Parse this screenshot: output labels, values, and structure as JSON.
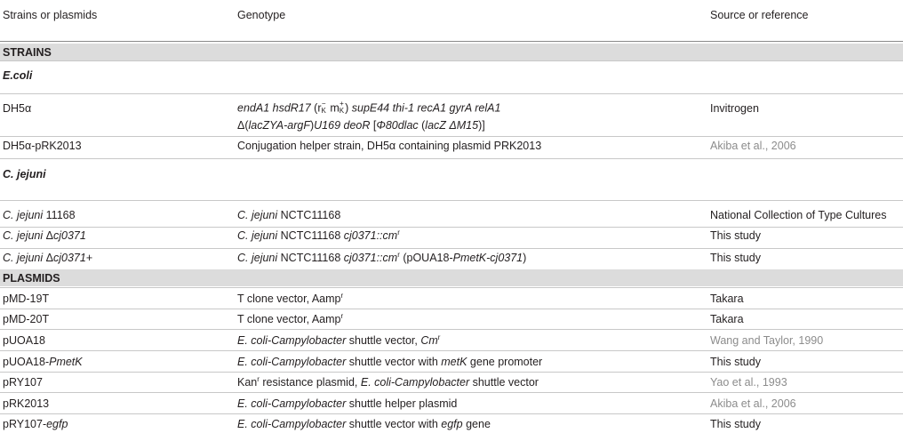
{
  "headers": {
    "col1": "Strains or plasmids",
    "col2": "Genotype",
    "col3": "Source or reference"
  },
  "sections": {
    "strains": "STRAINS",
    "plasmids": "PLASMIDS"
  },
  "groups": {
    "ecoli": "E.coli",
    "cjejuni": "C. jejuni"
  },
  "rows": {
    "dh5a": {
      "name": "DH5α",
      "g_a": "endA1 hsdR17",
      "g_b": " (r",
      "g_rsub": "K",
      "g_rsup": "−",
      "g_c": " m",
      "g_msub": "K",
      "g_msup": "+",
      "g_d": ")",
      "g_e": " supE44 thi-1 recA1 gyrA relA1",
      "g2_a": "Δ(",
      "g2_b": "lacZYA-argF",
      "g2_c": ")",
      "g2_d": "U169 deoR",
      "g2_e": " [",
      "g2_f": "Φ80dlac",
      "g2_g": " (",
      "g2_h": "lacZ ΔM15",
      "g2_i": ")]",
      "source": "Invitrogen"
    },
    "dh5a_prk": {
      "name": "DH5α-pRK2013",
      "genotype": "Conjugation helper strain, DH5α containing plasmid PRK2013",
      "source": "Akiba et al., 2006"
    },
    "cj11168": {
      "name_i": "C. jejuni",
      "name_r": " 11168",
      "g_i": "C. jejuni",
      "g_r": " NCTC11168",
      "source": "National Collection of Type Cultures"
    },
    "cjdel": {
      "name_i": "C. jejuni",
      "name_r": " Δ",
      "name_i2": "cj0371",
      "g_i": "C. jejuni",
      "g_r": " NCTC11168 ",
      "g_i2": "cj0371::cm",
      "g_sup": "r",
      "source": "This study"
    },
    "cjcomp": {
      "name_i": "C. jejuni",
      "name_r": " Δ",
      "name_i2": "cj0371",
      "name_r2": "+",
      "g_i": "C. jejuni",
      "g_r": " NCTC11168 ",
      "g_i2": "cj0371::cm",
      "g_sup": "r",
      "g_r2": " (pOUA18-",
      "g_i3": "PmetK-cj0371",
      "g_r3": ")",
      "source": "This study"
    },
    "pmd19t": {
      "name": "pMD-19T",
      "g_r": "T clone vector, Aamp",
      "g_sup": "r",
      "source": "Takara"
    },
    "pmd20t": {
      "name": "pMD-20T",
      "g_r": "T clone vector, Aamp",
      "g_sup": "r",
      "source": "Takara"
    },
    "puoa18": {
      "name": "pUOA18",
      "g_i": "E. coli-Campylobacter",
      "g_r": " shuttle vector, ",
      "g_i2": "Cm",
      "g_sup": "r",
      "source": "Wang and Taylor, 1990"
    },
    "puoa18pmetk": {
      "name_r": "pUOA18-",
      "name_i": "PmetK",
      "g_i": "E. coli-Campylobacter",
      "g_r": " shuttle vector with ",
      "g_i2": "metK",
      "g_r2": " gene promoter",
      "source": "This study"
    },
    "pry107": {
      "name": "pRY107",
      "g_r": "Kan",
      "g_sup": "r",
      "g_r2": " resistance plasmid, ",
      "g_i": "E. coli-Campylobacter",
      "g_r3": " shuttle vector",
      "source": "Yao et al., 1993"
    },
    "prk2013": {
      "name": "pRK2013",
      "g_i": "E. coli-Campylobacter",
      "g_r": " shuttle helper plasmid",
      "source": "Akiba et al., 2006"
    },
    "pry107egfp": {
      "name_r": "pRY107-",
      "name_i": "egfp",
      "g_i": "E. coli-Campylobacter",
      "g_r": " shuttle vector with ",
      "g_i2": "egfp",
      "g_r2": " gene",
      "source": "This study"
    }
  },
  "colors": {
    "text": "#231f20",
    "reference_link": "#8c8c8c",
    "section_bg": "#dcdcdc",
    "rule": "#c8c8c8"
  }
}
